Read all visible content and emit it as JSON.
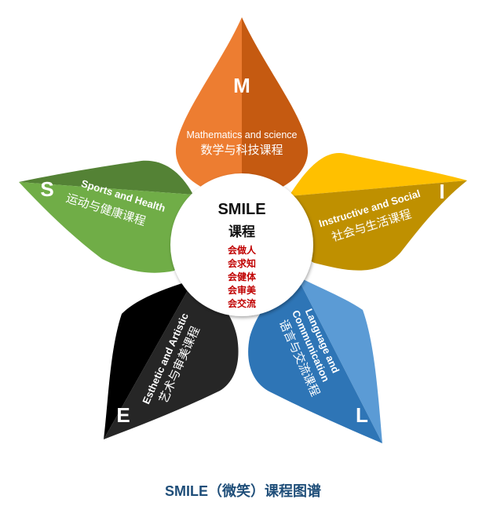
{
  "center": {
    "title": "SMILE",
    "subtitle": "课程",
    "goals": [
      "会做人",
      "会求知",
      "会健体",
      "会审美",
      "会交流"
    ]
  },
  "petals": [
    {
      "id": "m",
      "letter": "M",
      "en": "Mathematics and science",
      "zh": "数学与科技课程",
      "color_light": "#ED7D31",
      "color_dark": "#C55A11"
    },
    {
      "id": "i",
      "letter": "I",
      "en": "Instructive and Social",
      "zh": "社会与生活课程",
      "color_light": "#FFC000",
      "color_dark": "#BF9000"
    },
    {
      "id": "l",
      "letter": "L",
      "en_lines": [
        "Language and",
        "Communication"
      ],
      "zh": "语言与交流课程",
      "color_light": "#5B9BD5",
      "color_dark": "#2E75B6"
    },
    {
      "id": "e",
      "letter": "E",
      "en": "Esthetic and Artistic",
      "zh": "艺术与审美课程",
      "color_light": "#262626",
      "color_dark": "#000000"
    },
    {
      "id": "s",
      "letter": "S",
      "en": "Sports and Health",
      "zh": "运动与健康课程",
      "color_light": "#70AD47",
      "color_dark": "#548235"
    }
  ],
  "caption": "SMILE（微笑）课程图谱",
  "goal_color": "#C00000"
}
